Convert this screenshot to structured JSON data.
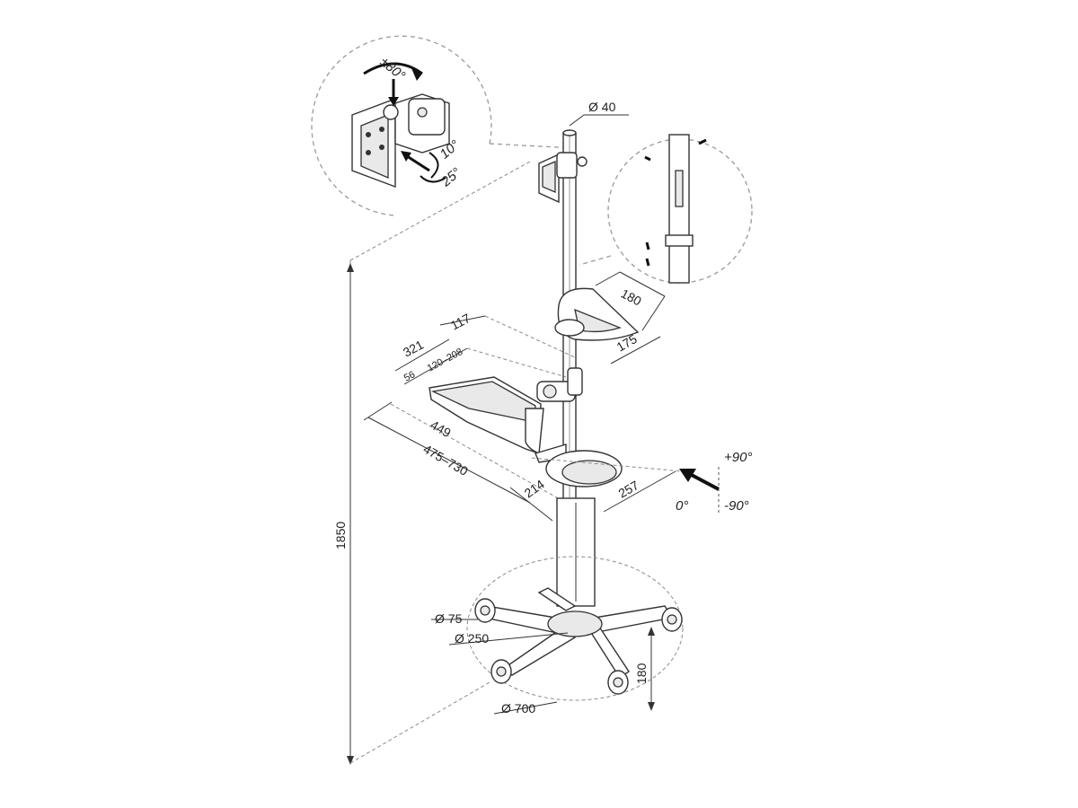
{
  "diagram": {
    "dimensions": {
      "pole_diameter": "Ø 40",
      "total_height": "1850",
      "tray_width": "180",
      "tray_depth": "175",
      "arm_offset": "117",
      "keyboard_depth": "321",
      "keyboard_small": "56",
      "keyboard_range": "120–208",
      "keyboard_width": "449",
      "arm_extension": "475–730",
      "mouse_pad_depth": "214",
      "mouse_pad_width": "257",
      "caster_diameter": "Ø 75",
      "hub_diameter": "Ø 250",
      "base_height": "180",
      "base_diameter": "Ø 700"
    },
    "angles": {
      "swivel": "±80°",
      "tilt_forward": "10°",
      "tilt_back": "25°",
      "rotate_plus": "+90°",
      "rotate_zero": "0°",
      "rotate_minus": "-90°"
    },
    "colors": {
      "line": "#333333",
      "dashed": "#8a8a8a",
      "fill_light": "#e9e9e9"
    }
  }
}
